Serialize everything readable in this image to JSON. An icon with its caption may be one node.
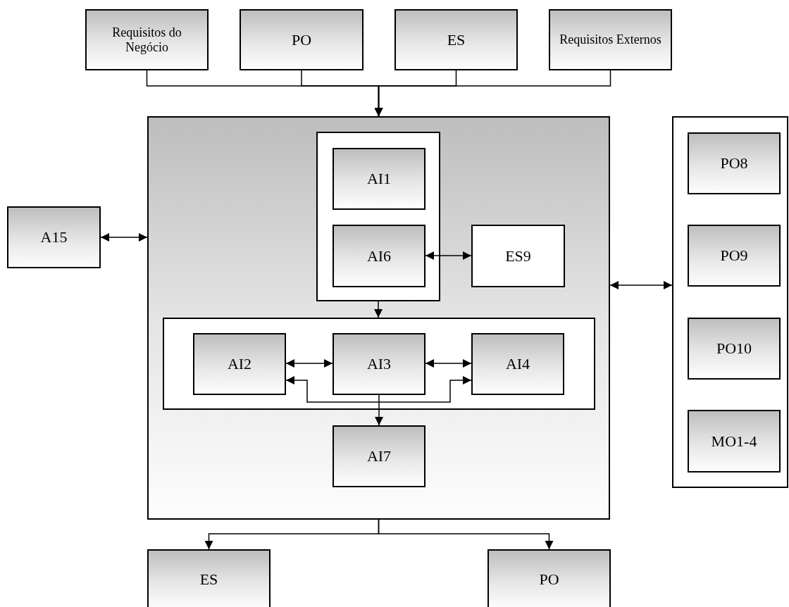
{
  "diagram": {
    "nodes": [
      {
        "text": [
          "Requisitos do Negócio"
        ]
      },
      {
        "text": [
          "PO"
        ]
      },
      {
        "text": [
          "ES"
        ]
      },
      {
        "text": [
          "Requisitos Externos"
        ]
      },
      {
        "text": [],
        "shape": "box"
      },
      {
        "text": [],
        "shape": "box",
        "in": 4
      },
      {
        "text": [
          "AI1"
        ],
        "in": 5
      },
      {
        "text": [
          "AI6"
        ],
        "in": 5
      },
      {
        "text": [
          "ES9"
        ],
        "in": 4
      },
      {
        "text": [],
        "shape": "box",
        "in": 4
      },
      {
        "text": [
          "AI2"
        ],
        "in": 9
      },
      {
        "text": [
          "AI3"
        ],
        "in": 9
      },
      {
        "text": [
          "AI4"
        ],
        "in": 9
      },
      {
        "text": [
          "AI7"
        ],
        "in": 4
      },
      {
        "text": [],
        "shape": "box"
      },
      {
        "text": [
          "PO8"
        ],
        "in": 14
      },
      {
        "text": [
          "PO9"
        ],
        "in": 14
      },
      {
        "text": [
          "PO10"
        ],
        "in": 14
      },
      {
        "text": [
          "MO1-4"
        ],
        "in": 14
      },
      {
        "text": [
          "A15"
        ]
      },
      {
        "text": [
          "ES"
        ]
      },
      {
        "text": [
          "PO"
        ]
      }
    ],
    "edges": [
      {
        "from": 0,
        "to": 4,
        "arrow": "to"
      },
      {
        "from": 1,
        "to": 4,
        "arrow": "to"
      },
      {
        "from": 2,
        "to": 4,
        "arrow": "to"
      },
      {
        "from": 3,
        "to": 4,
        "arrow": "to"
      },
      {
        "from": 7,
        "to": 8,
        "arrow": "both"
      },
      {
        "from": 5,
        "to": 9,
        "arrow": "to"
      },
      {
        "from": 10,
        "to": 11,
        "arrow": "both"
      },
      {
        "from": 11,
        "to": 12,
        "arrow": "both"
      },
      {
        "from": 10,
        "to": 12,
        "arrow": "both"
      },
      {
        "from": 11,
        "to": 13,
        "arrow": "to"
      },
      {
        "from": 19,
        "to": 4,
        "arrow": "both"
      },
      {
        "from": 4,
        "to": 14,
        "arrow": "both"
      },
      {
        "from": 4,
        "to": 20,
        "arrow": "to"
      },
      {
        "from": 4,
        "to": 21,
        "arrow": "to"
      }
    ]
  }
}
